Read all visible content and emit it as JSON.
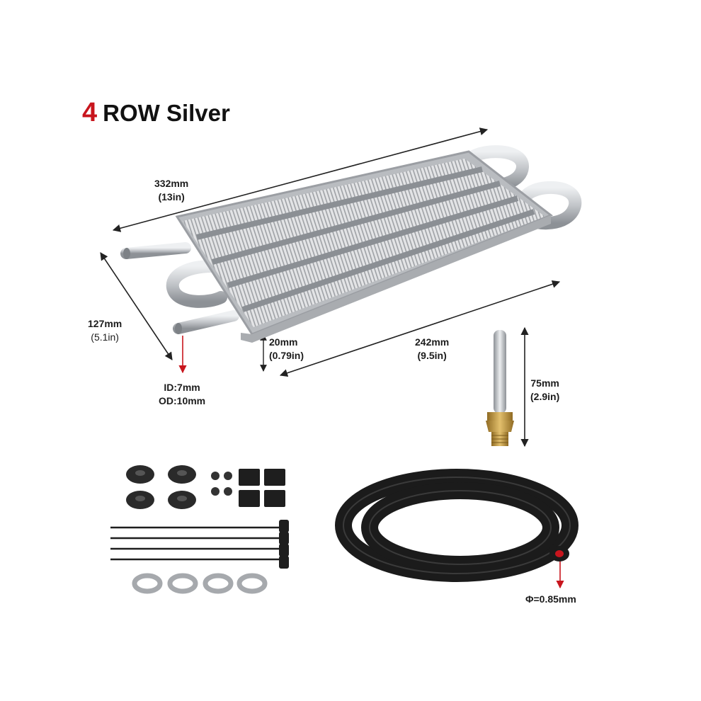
{
  "title": {
    "number": "4",
    "text": "ROW Silver"
  },
  "dimensions": {
    "length": {
      "mm": "332mm",
      "inch": "(13in)"
    },
    "width": {
      "mm": "127mm",
      "inch": "(5.1in)"
    },
    "thickness": {
      "mm": "20mm",
      "inch": "(0.79in)"
    },
    "core_length": {
      "mm": "242mm",
      "inch": "(9.5in)"
    },
    "fitting_height": {
      "mm": "75mm",
      "inch": "(2.9in)"
    },
    "tube_inner": "ID:7mm",
    "tube_outer": "OD:10mm",
    "hose_diameter": "Φ=0.85mm"
  },
  "colors": {
    "accent": "#c8151d",
    "metal": "#c9cbcd",
    "hose": "#1b1b1b",
    "brass": "#c9a14a"
  }
}
